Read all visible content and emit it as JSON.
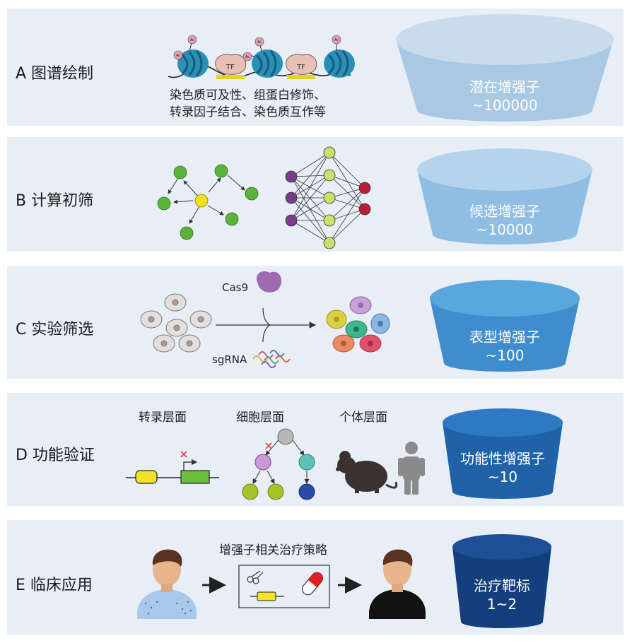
{
  "panels": [
    {
      "id": "A",
      "title": "A 图谱绘制",
      "caption_line1": "染色质可及性、组蛋白修饰、",
      "caption_line2": "转录因子结合、染色质互作等",
      "nucleosome_mark": "Ac",
      "tf_label": "TF",
      "cylinder_label": "潜在增强子",
      "cylinder_count": "~100000",
      "cylinder_color": "#b8d3ea"
    },
    {
      "id": "B",
      "title": "B 计算初筛",
      "cylinder_label": "候选增强子",
      "cylinder_count": "~10000",
      "cylinder_color": "#9cc4e6"
    },
    {
      "id": "C",
      "title": "C 实验筛选",
      "cas9_label": "Cas9",
      "sgrna_label": "sgRNA",
      "cylinder_label": "表型增强子",
      "cylinder_count": "~100",
      "cylinder_color": "#4a95d2"
    },
    {
      "id": "D",
      "title": "D 功能验证",
      "level1": "转录层面",
      "level2": "细胞层面",
      "level3": "个体层面",
      "cross_mark": "×",
      "cylinder_label": "功能性增强子",
      "cylinder_count": "~10",
      "cylinder_color": "#1f62a8"
    },
    {
      "id": "E",
      "title": "E 临床应用",
      "strategy_label": "增强子相关治疗策略",
      "cylinder_label": "治疗靶标",
      "cylinder_count": "1~2",
      "cylinder_color": "#133d7a"
    }
  ]
}
